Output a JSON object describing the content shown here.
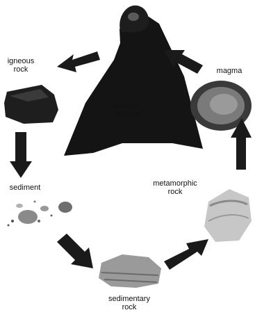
{
  "diagram": {
    "stages": [
      {
        "id": "volcano",
        "line1": "volcanic",
        "line2": "eruption"
      },
      {
        "id": "magma",
        "line1": "magma",
        "line2": ""
      },
      {
        "id": "metamorphic",
        "line1": "metamorphic",
        "line2": "rock"
      },
      {
        "id": "sedimentary",
        "line1": "sedimentary",
        "line2": "rock"
      },
      {
        "id": "sediment",
        "line1": "sediment",
        "line2": ""
      },
      {
        "id": "igneous",
        "line1": "igneous",
        "line2": "rock"
      }
    ],
    "colors": {
      "volcano": "#141414",
      "magma_outer": "#3a3a3a",
      "magma_inner": "#7a7a7a",
      "igneous_rock": "#1e1e1e",
      "sedimentary_rock": "#9a9a9a",
      "metamorphic_rock": "#c7c7c7",
      "sediment": "#8a8a8a",
      "arrow": "#1a1a1a"
    },
    "arrow_icon": "curved-arrow-icon"
  }
}
